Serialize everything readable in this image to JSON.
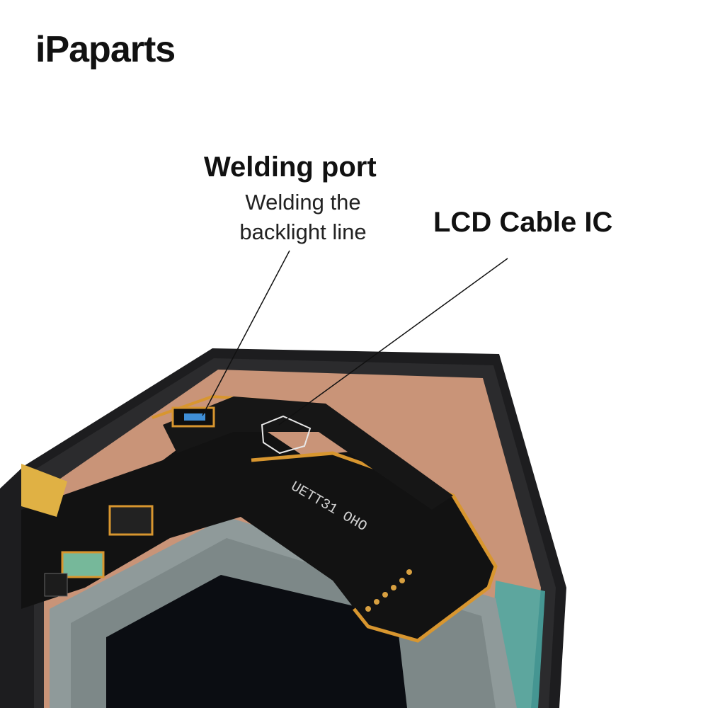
{
  "brand": {
    "name": "iPaparts"
  },
  "callouts": {
    "welding": {
      "title": "Welding port",
      "line1": "Welding the",
      "line2": "backlight line"
    },
    "lcd": {
      "title": "LCD Cable IC"
    }
  },
  "photo": {
    "flex_label": "UETT31 OHO",
    "colors": {
      "frame": "#1d1d1f",
      "copper": "#c99478",
      "flex": "#d8962f",
      "board": "#121212",
      "screen": "#0b0d12"
    }
  }
}
